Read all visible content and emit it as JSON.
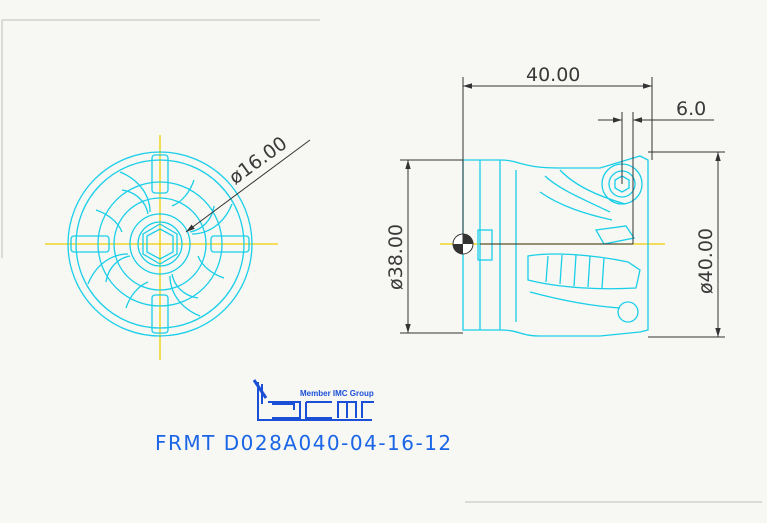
{
  "dimensions": {
    "end_view_diameter": "ø16.00",
    "length": "40.00",
    "offset": "6.0",
    "shank_diameter": "ø38.00",
    "cutting_diameter": "ø40.00"
  },
  "logo": {
    "tagline": "Member IMC Group",
    "wordmark": "Iscar"
  },
  "part_number": "FRMT D028A040-04-16-12",
  "colors": {
    "tool": "#19cfe8",
    "centerline": "#f0d000",
    "dimension": "#333333",
    "brand_blue": "#1a4fd6",
    "title": "#1a66e6"
  }
}
